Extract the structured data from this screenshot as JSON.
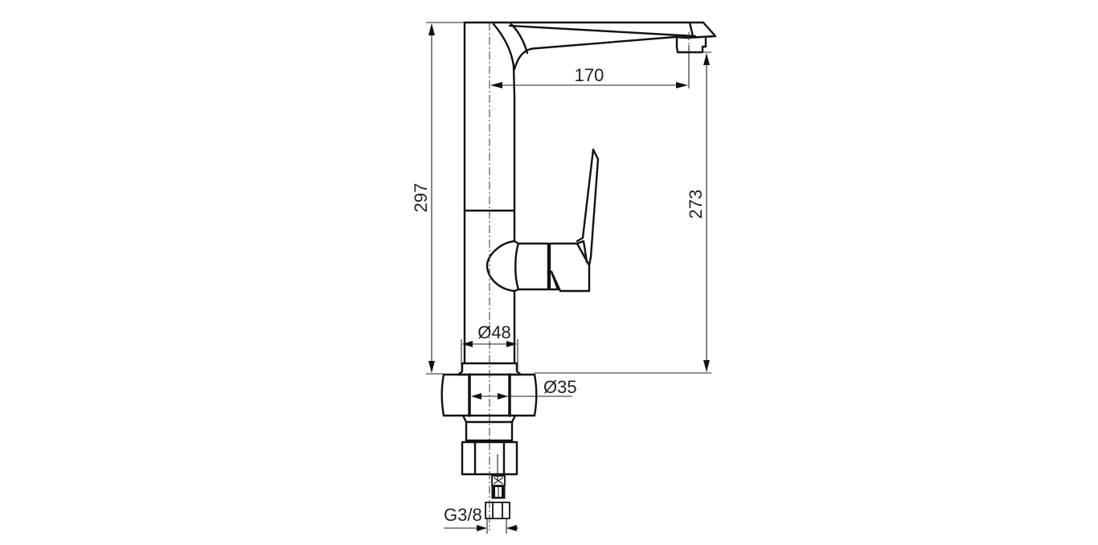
{
  "drawing": {
    "subject": "Kitchen faucet technical drawing (side view)",
    "units": "mm",
    "dimensions": {
      "total_height": "297",
      "spout_height": "273",
      "spout_reach": "170",
      "body_diameter": "Ø48",
      "mounting_hole_diameter": "Ø35",
      "connection_thread": "G3/8"
    }
  }
}
